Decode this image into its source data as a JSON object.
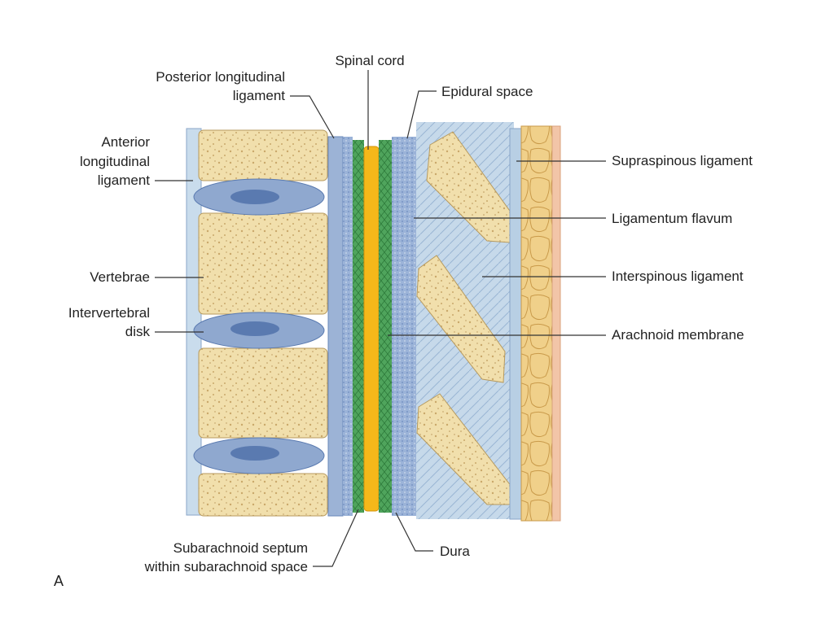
{
  "labels": {
    "spinal_cord": "Spinal cord",
    "posterior_longitudinal_1": "Posterior longitudinal",
    "posterior_longitudinal_2": "ligament",
    "epidural_space": "Epidural space",
    "anterior_longitudinal_1": "Anterior",
    "anterior_longitudinal_2": "longitudinal",
    "anterior_longitudinal_3": "ligament",
    "supraspinous_ligament": "Supraspinous ligament",
    "ligamentum_flavum": "Ligamentum flavum",
    "vertebrae": "Vertebrae",
    "interspinous_ligament": "Interspinous ligament",
    "intervertebral_1": "Intervertebral",
    "intervertebral_2": "disk",
    "arachnoid_membrane": "Arachnoid membrane",
    "subarachnoid_1": "Subarachnoid septum",
    "subarachnoid_2": "within subarachnoid space",
    "dura": "Dura",
    "panel_letter": "A"
  },
  "colors": {
    "bone": "#f1dfac",
    "bone_speckle": "#c9a86a",
    "disk": "#8fa8cf",
    "disk_center": "#5a7ab0",
    "ligament_blue": "#c2d6e8",
    "dura_blue": "#8ea8d0",
    "arachnoid_green": "#3f9a4f",
    "cord_yellow": "#f5b81a",
    "fat_yellow": "#f0d08a",
    "skin_pink": "#f2c5a8"
  }
}
